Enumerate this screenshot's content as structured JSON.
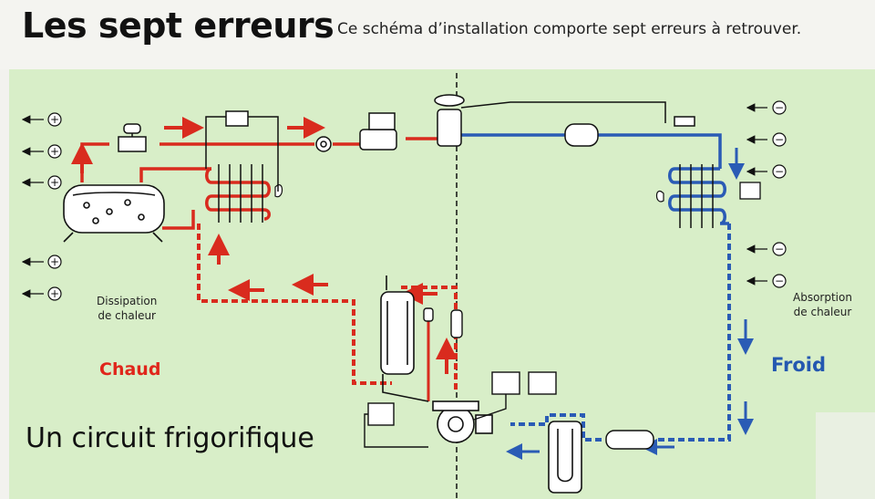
{
  "header": {
    "title": "Les sept erreurs",
    "subtitle": "Ce schéma d’installation comporte sept erreurs à retrouver."
  },
  "labels": {
    "dissipation_line1": "Dissipation",
    "dissipation_line2": "de chaleur",
    "absorption_line1": "Absorption",
    "absorption_line2": "de chaleur",
    "hot": "Chaud",
    "cold": "Froid",
    "caption": "Un circuit frigorifique"
  },
  "symbols": {
    "plus": "+",
    "minus": "−"
  },
  "colors": {
    "hot_line": "#d92b1e",
    "cold_line": "#2a5bb5",
    "panel_bg": "#d8eec8",
    "equipment": "#1a1a1a"
  }
}
